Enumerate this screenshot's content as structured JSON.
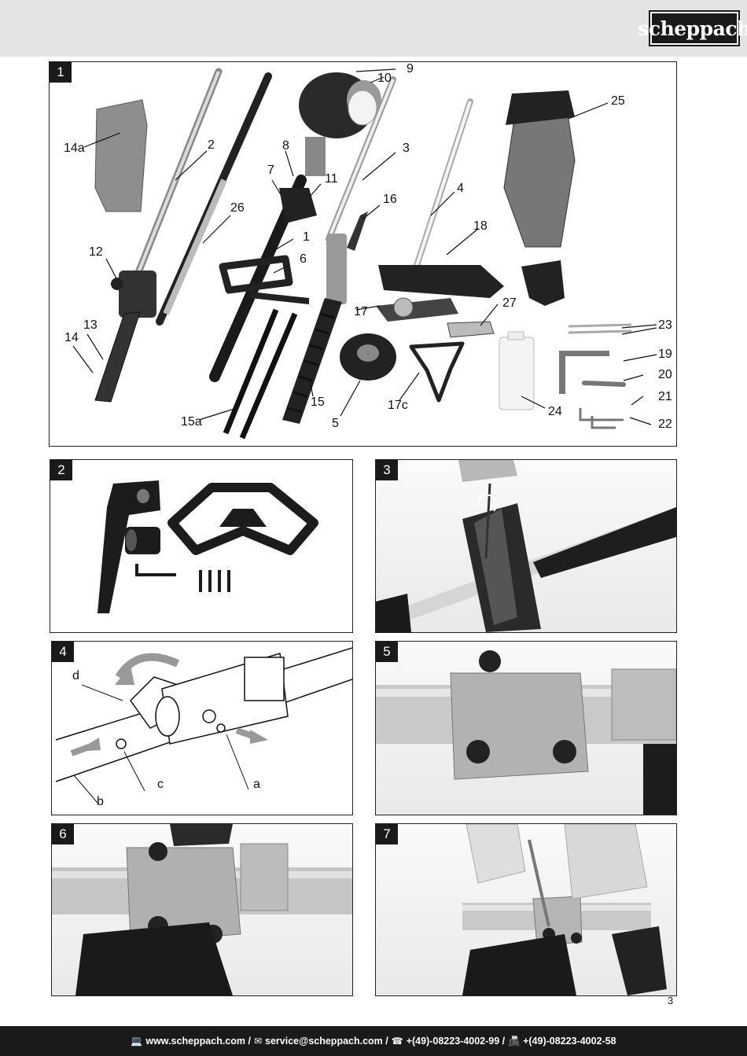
{
  "brand": {
    "logo_text": "scheppach"
  },
  "panels": {
    "p1": {
      "number": "1"
    },
    "p2": {
      "number": "2"
    },
    "p3": {
      "number": "3"
    },
    "p4": {
      "number": "4"
    },
    "p5": {
      "number": "5"
    },
    "p6": {
      "number": "6"
    },
    "p7": {
      "number": "7"
    }
  },
  "figure1": {
    "labels": {
      "l14a": "14a",
      "l2": "2",
      "l26": "26",
      "l12": "12",
      "l13": "13",
      "l14": "14",
      "l8": "8",
      "l7": "7",
      "l11": "11",
      "l1": "1",
      "l6": "6",
      "l9": "9",
      "l10": "10",
      "l3": "3",
      "l16": "16",
      "l17": "17",
      "l15": "15",
      "l15a": "15a",
      "l5": "5",
      "l17c": "17c",
      "l4": "4",
      "l18": "18",
      "l27": "27",
      "l24": "24",
      "l25": "25",
      "l23": "23",
      "l19": "19",
      "l20": "20",
      "l21": "21",
      "l22": "22"
    }
  },
  "figure4": {
    "labels": {
      "d": "d",
      "c": "c",
      "b": "b",
      "a": "a"
    }
  },
  "page_number": "3",
  "footer": {
    "web_icon": "computer-icon",
    "web": "www.scheppach.com /",
    "mail_icon": "email-icon",
    "mail": "service@scheppach.com /",
    "phone_icon": "phone-icon",
    "phone": "+(49)-08223-4002-99 /",
    "fax_icon": "fax-icon",
    "fax": "+(49)-08223-4002-58"
  }
}
